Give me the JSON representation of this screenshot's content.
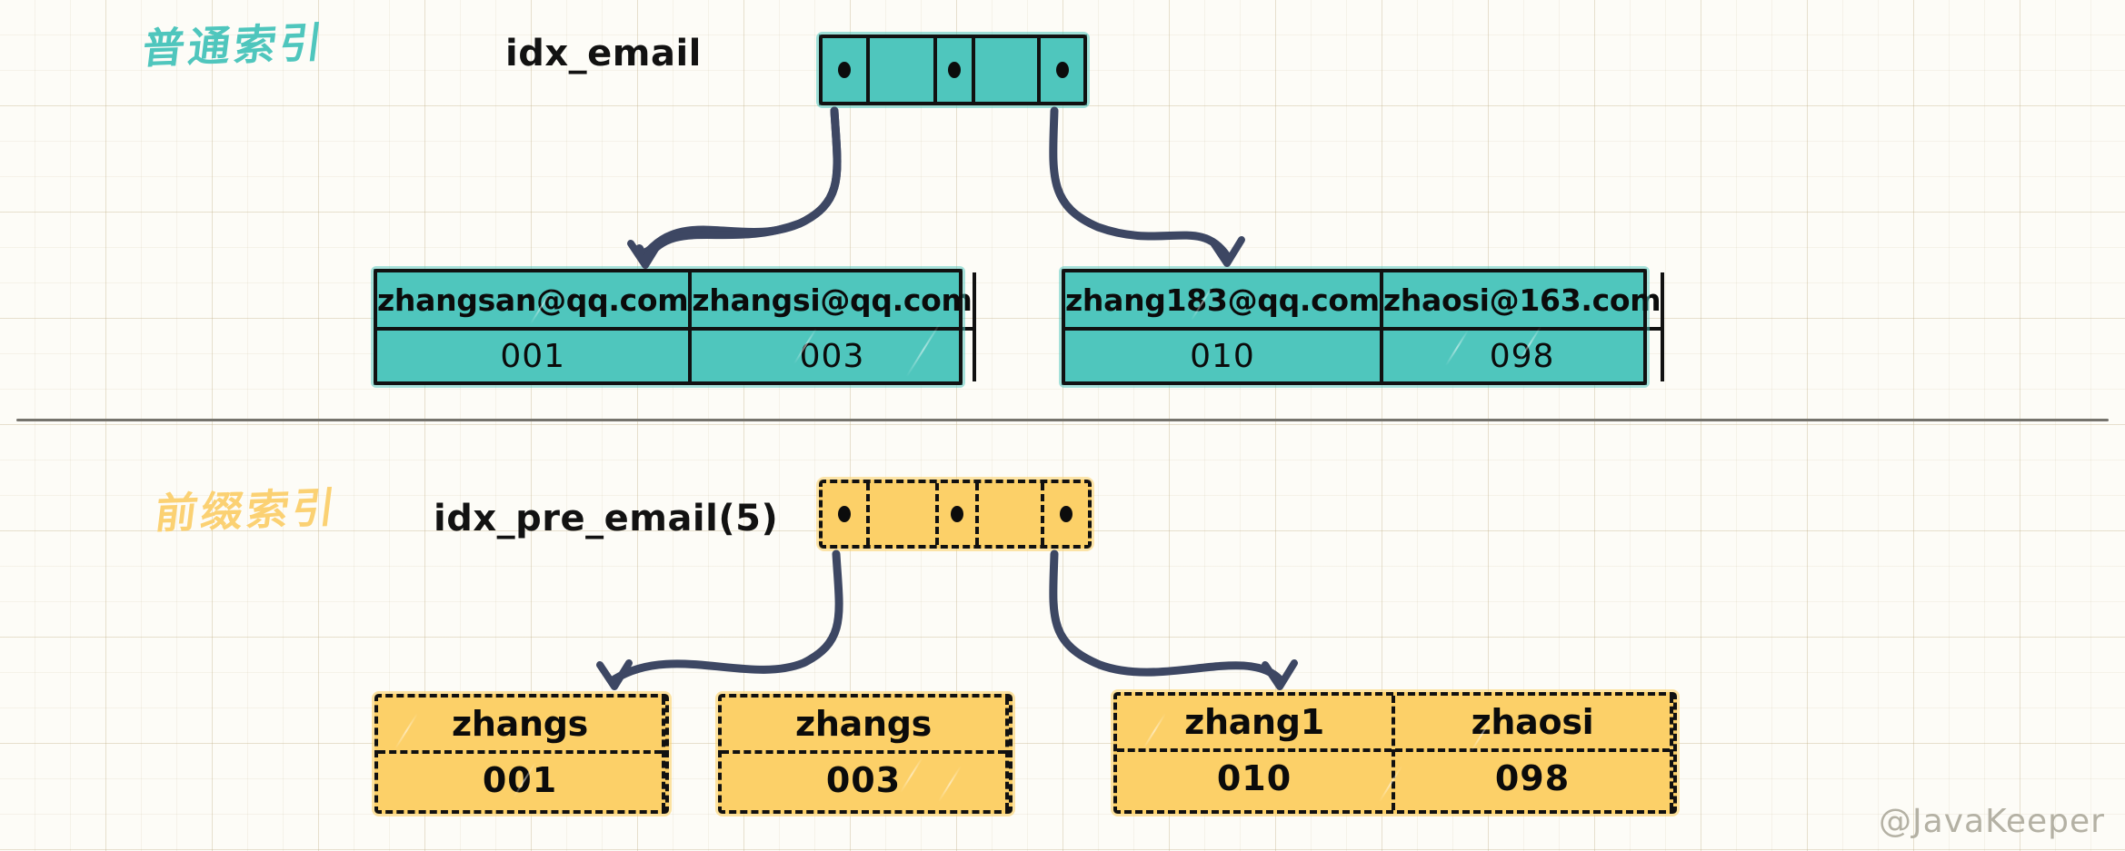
{
  "watermark": "@JavaKeeper",
  "sections": [
    {
      "id": "normal-index",
      "cn_label": "普通索引",
      "cn_color": "#4fc6bd",
      "index_name": "idx_email",
      "root": {
        "cells": [
          "dot",
          "",
          "dot",
          "",
          "dot"
        ]
      },
      "leaf_groups": [
        {
          "leaves": [
            {
              "key": "zhangsan@qq.com",
              "value": "001"
            },
            {
              "key": "zhangsi@qq.com",
              "value": "003"
            }
          ]
        },
        {
          "leaves": [
            {
              "key": "zhang183@qq.com",
              "value": "010"
            },
            {
              "key": "zhaosi@163.com",
              "value": "098"
            }
          ]
        }
      ]
    },
    {
      "id": "prefix-index",
      "cn_label": "前缀索引",
      "cn_color": "#fbd173",
      "index_name": "idx_pre_email(5)",
      "root": {
        "cells": [
          "dot",
          "",
          "dot",
          "",
          "dot"
        ]
      },
      "leaf_groups": [
        {
          "leaves": [
            {
              "key": "zhangs",
              "value": "001"
            }
          ]
        },
        {
          "leaves": [
            {
              "key": "zhangs",
              "value": "003"
            }
          ]
        },
        {
          "leaves": [
            {
              "key": "zhang1",
              "value": "010"
            },
            {
              "key": "zhaosi",
              "value": "098"
            }
          ]
        }
      ]
    }
  ],
  "colors": {
    "teal": "#4fc6bd",
    "amber": "#fcd068",
    "arrow": "#3d4763",
    "ink": "#111111",
    "divider": "#75736c",
    "watermark": "#b4b1a4"
  }
}
